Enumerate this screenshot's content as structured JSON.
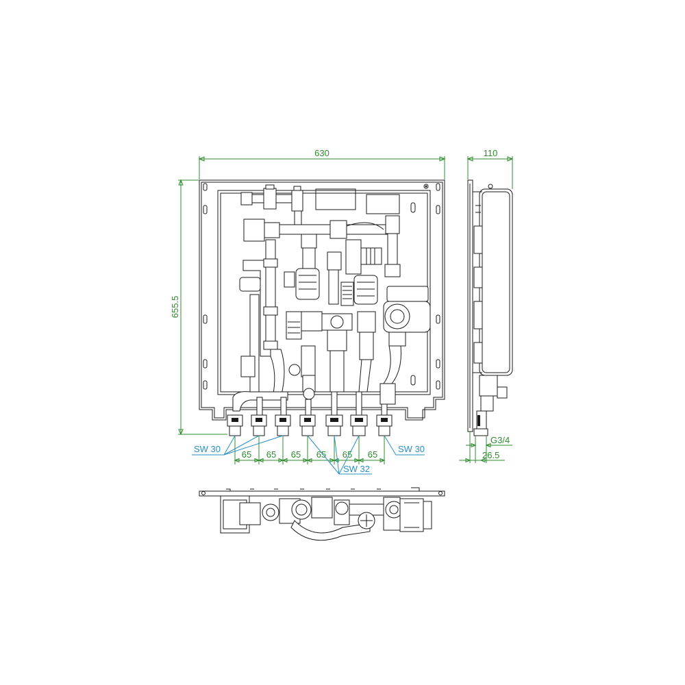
{
  "dimensions": {
    "front_width": "630",
    "front_height": "655.5",
    "side_depth": "110",
    "thread": "G3/4",
    "offset": "26.5",
    "spacing": [
      "65",
      "65",
      "65",
      "65",
      "65",
      "65"
    ]
  },
  "labels": {
    "sw_left": "SW 30",
    "sw_right": "SW 30",
    "sw_center": "SW 32"
  },
  "colors": {
    "dimension": "#2e8b2e",
    "wrench_label": "#2a8fc4",
    "line": "#1a1a1a"
  }
}
